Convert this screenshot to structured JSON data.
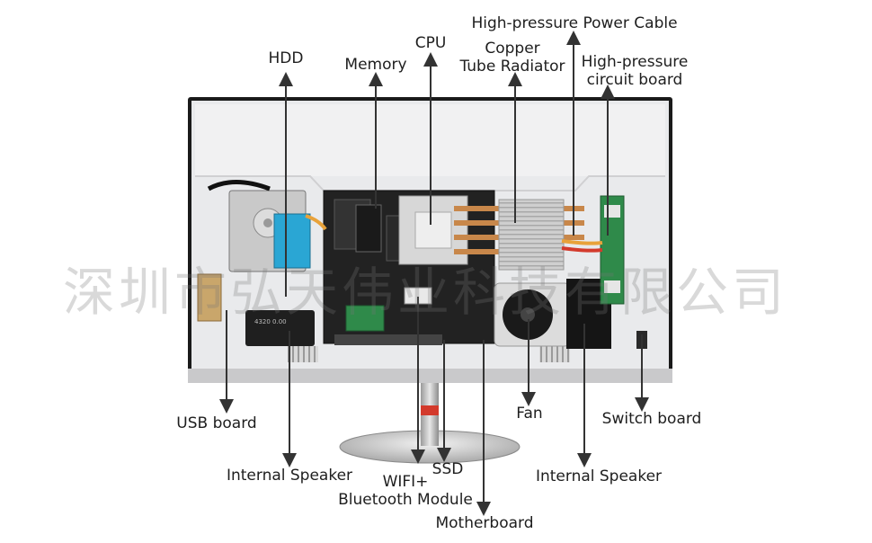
{
  "labels": {
    "hdd": "HDD",
    "memory": "Memory",
    "cpu": "CPU",
    "copper_line1": "Copper",
    "copper_line2": "Tube Radiator",
    "hp_power_cable": "High-pressure Power Cable",
    "hp_circuit_line1": "High-pressure",
    "hp_circuit_line2": "circuit board",
    "usb_board": "USB board",
    "internal_speaker_left": "Internal Speaker",
    "wifi_line1": "WIFI+",
    "wifi_line2": "Bluetooth Module",
    "ssd": "SSD",
    "motherboard": "Motherboard",
    "fan": "Fan",
    "switch_board": "Switch board",
    "internal_speaker_right": "Internal Speaker"
  },
  "watermark": "深圳市弘天伟业科技有限公司",
  "chip_text": "4320 0.00",
  "colors": {
    "arrow": "#333333",
    "frame": "#1a1a1a",
    "panel": "#e9eaec",
    "pcb_blue": "#2aa6d4",
    "pcb_green": "#2f8a4a",
    "heatsink": "#bdbdbd",
    "copper": "#c8874a",
    "stand_red": "#d33a2c"
  }
}
